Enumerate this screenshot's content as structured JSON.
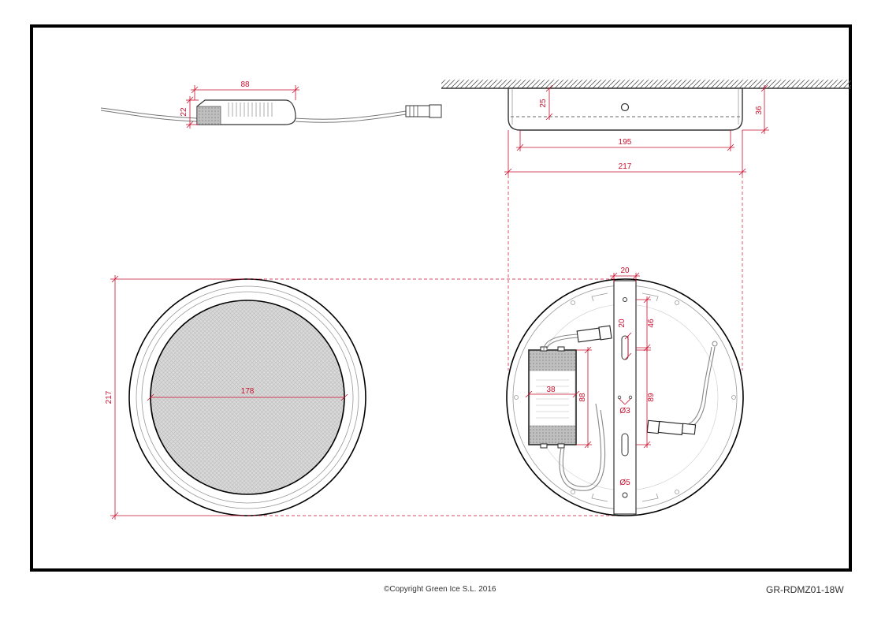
{
  "colors": {
    "dimension": "#c8102e",
    "outline": "#000000",
    "hatch": "#555555"
  },
  "driver_side": {
    "width": "88",
    "height": "22"
  },
  "fixture_side": {
    "inner_height": "25",
    "total_height": "36",
    "inner_width": "195",
    "outer_width": "217"
  },
  "front_view": {
    "outer_diameter": "217",
    "diffuser_diameter": "178"
  },
  "back_view": {
    "bracket_width": "20",
    "slot_length": "20",
    "slot_offset": "46",
    "driver_width": "38",
    "driver_length": "88",
    "slot_spacing": "89",
    "small_hole": "Ø3",
    "large_hole": "Ø5"
  },
  "footer": {
    "copyright": "©Copyright Green Ice S.L. 2016",
    "model": "GR-RDMZ01-18W"
  }
}
